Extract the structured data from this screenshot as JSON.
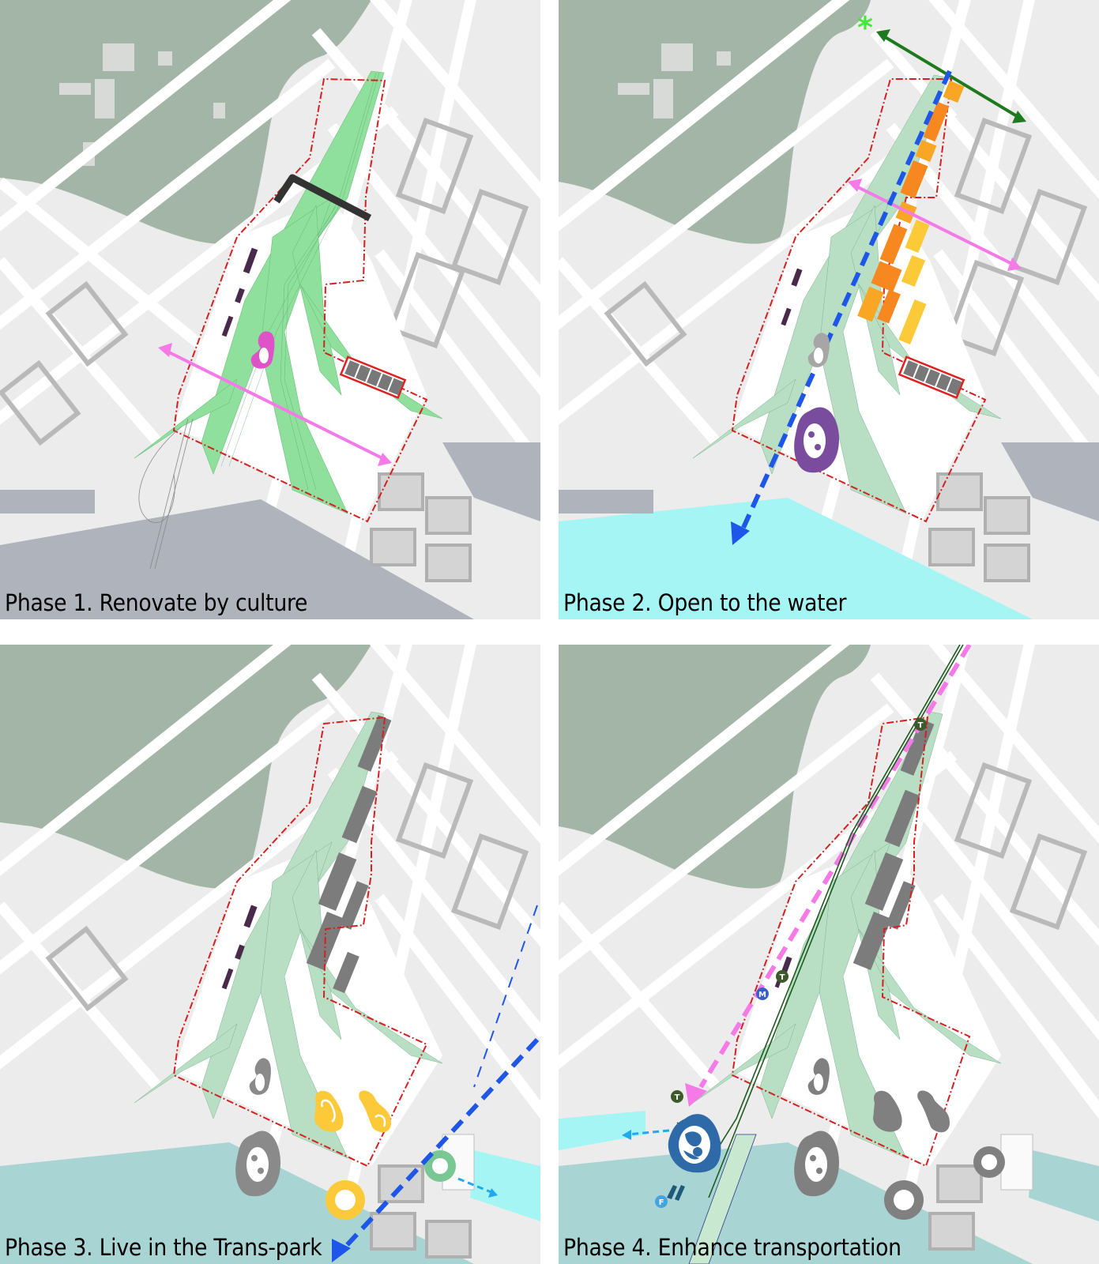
{
  "figure": {
    "layout": "2x2 grid of phased urban masterplan maps",
    "panels": [
      {
        "id": "phase-1",
        "caption": "Phase 1. Renovate by culture",
        "water_color": "#aeb3bc",
        "features": [
          "green rail park corridor",
          "black elevated walkway",
          "magenta bean-shaped cultural pavilion",
          "pink bidirectional connection arrow",
          "red outlined 5-bay building",
          "red dash-dot site boundary"
        ]
      },
      {
        "id": "phase-2",
        "caption": "Phase 2. Open to the water",
        "water_color": "#a6f5f5",
        "features": [
          "green asterisk landmark",
          "dark green bidirectional arrow",
          "orange and yellow housing blocks",
          "pink bidirectional arrow",
          "blue dashed arrow to water",
          "purple pavilion with two holes"
        ]
      },
      {
        "id": "phase-3",
        "caption": "Phase 3. Live in the Trans-park",
        "water_color": "#a9d4d4",
        "features": [
          "grey built blocks",
          "yellow pavilions (bean, S-curve, ring)",
          "green ring pavilion",
          "light blue dashed arrow to canal",
          "blue dashed arrow to water"
        ]
      },
      {
        "id": "phase-4",
        "caption": "Phase 4. Enhance transportation",
        "water_color": "#a9d4d4",
        "features": [
          "pink dashed arrow",
          "dark green tram line",
          "tram stop markers (T)",
          "metro marker (M)",
          "ferry marker (F)",
          "blue transit hub",
          "light blue dashed arrow"
        ]
      }
    ]
  },
  "markers": {
    "tram": "T",
    "metro": "M",
    "ferry": "F",
    "landmark": "*"
  },
  "colors": {
    "hill": "#a3b5a7",
    "block_outline": "#b4b4b4",
    "block_fill": "#dadada",
    "green_rail": "#8fe09d",
    "green_rail_muted": "#b8dfc4",
    "boundary": "#d42020",
    "pink_arrow": "#f57ae8",
    "blue_arrow": "#1e56e8",
    "orange": "#f6881f",
    "amber": "#f8a623",
    "yellow": "#fcca38",
    "purple": "#7a4c9e",
    "magenta": "#e052c8",
    "dark_grey": "#808080",
    "dark_green": "#1e7a1e",
    "tram_green": "#3c5a2a",
    "metro_blue": "#3a5ec8",
    "ferry_blue": "#3fa6e0",
    "hub_blue": "#2f6aa8"
  }
}
